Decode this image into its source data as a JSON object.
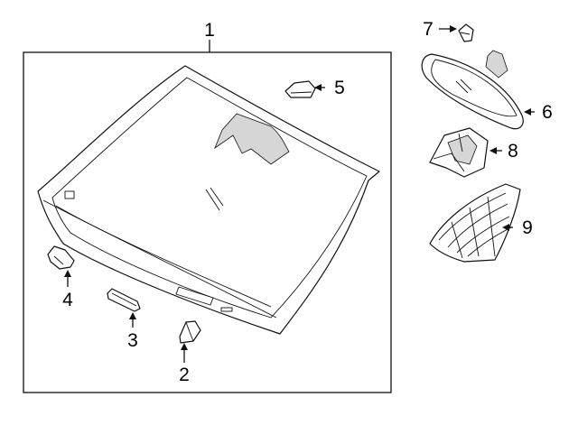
{
  "diagram": {
    "callouts": {
      "c1": "1",
      "c2": "2",
      "c3": "3",
      "c4": "4",
      "c5": "5",
      "c6": "6",
      "c7": "7",
      "c8": "8",
      "c9": "9"
    },
    "colors": {
      "stroke": "#111111",
      "background": "#ffffff",
      "shade": "#d6d6d6"
    }
  }
}
